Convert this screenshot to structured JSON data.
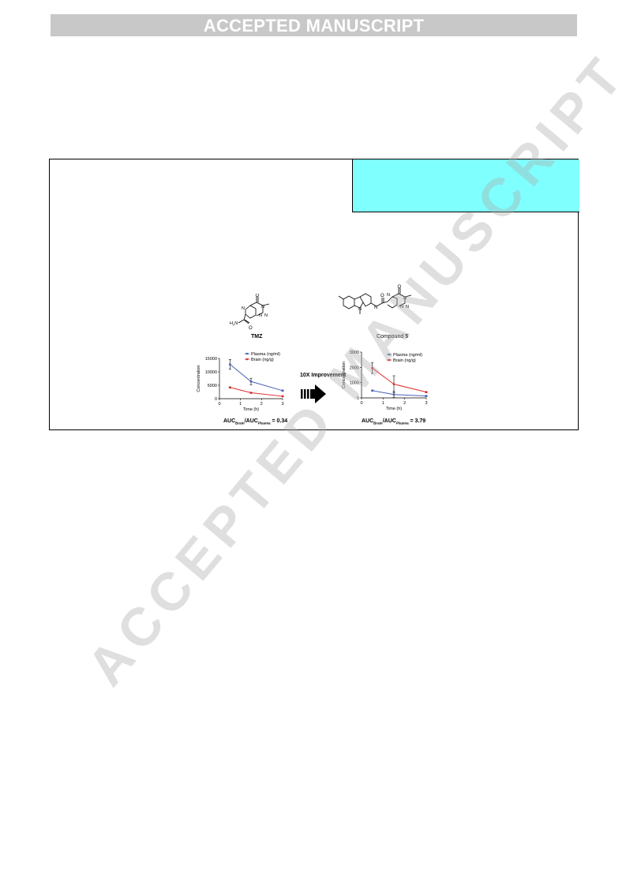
{
  "banner": {
    "text": "ACCEPTED MANUSCRIPT"
  },
  "watermark": {
    "text": "ACCEPTED MANUSCRIPT"
  },
  "figure": {
    "left_compound": "TMZ",
    "right_compound_prefix": "Compound ",
    "right_compound_number": "5",
    "atoms": {
      "O": "O",
      "N": "N",
      "H2N": "H",
      "sub2": "2"
    },
    "improvement": "10X Improvement",
    "left_ratio": {
      "auc": "AUC",
      "brain": "Brain",
      "sep": "/AUC",
      "plasma": "Plasma",
      "value": " = 0.34"
    },
    "right_ratio": {
      "auc": "AUC",
      "brain": "Brain",
      "sep": "/AUC",
      "plasma": "Plasma",
      "value": " = 3.79"
    }
  },
  "colors": {
    "plasma": "#4a5fb5",
    "brain": "#e02a2a",
    "cyan_box": "#80ffff",
    "banner": "#c8c8c8"
  },
  "chart_data": [
    {
      "type": "line",
      "xlabel": "Time (h)",
      "ylabel": "Concentration",
      "xlim": [
        0,
        3
      ],
      "ylim": [
        0,
        15000
      ],
      "xticks": [
        0,
        1,
        2,
        3
      ],
      "yticks": [
        0,
        5000,
        10000,
        15000
      ],
      "legend_position": "top-right",
      "series": [
        {
          "name": "Plasma  (ng/ml)",
          "color": "#4a5fb5",
          "x": [
            0.5,
            1.5,
            3
          ],
          "values": [
            12800,
            6400,
            3000
          ],
          "errors": [
            1800,
            1200,
            200
          ]
        },
        {
          "name": "Brain (ng/g)",
          "color": "#e02a2a",
          "x": [
            0.5,
            1.5,
            3
          ],
          "values": [
            4200,
            2200,
            900
          ],
          "errors": [
            200,
            200,
            100
          ]
        }
      ]
    },
    {
      "type": "line",
      "xlabel": "Time (h)",
      "ylabel": "Concentration",
      "xlim": [
        0,
        3
      ],
      "ylim": [
        0,
        3000
      ],
      "xticks": [
        0,
        1,
        2,
        3
      ],
      "yticks": [
        0,
        1000,
        2000,
        3000
      ],
      "legend_position": "top-right",
      "series": [
        {
          "name": "Plasma (ng/ml)",
          "color": "#4a5fb5",
          "x": [
            0.5,
            1.5,
            3
          ],
          "values": [
            480,
            220,
            120
          ],
          "errors": [
            30,
            200,
            40
          ]
        },
        {
          "name": "Brain (ng/g)",
          "color": "#e02a2a",
          "x": [
            0.5,
            1.5,
            3
          ],
          "values": [
            1950,
            900,
            380
          ],
          "errors": [
            350,
            550,
            40
          ]
        }
      ]
    }
  ]
}
